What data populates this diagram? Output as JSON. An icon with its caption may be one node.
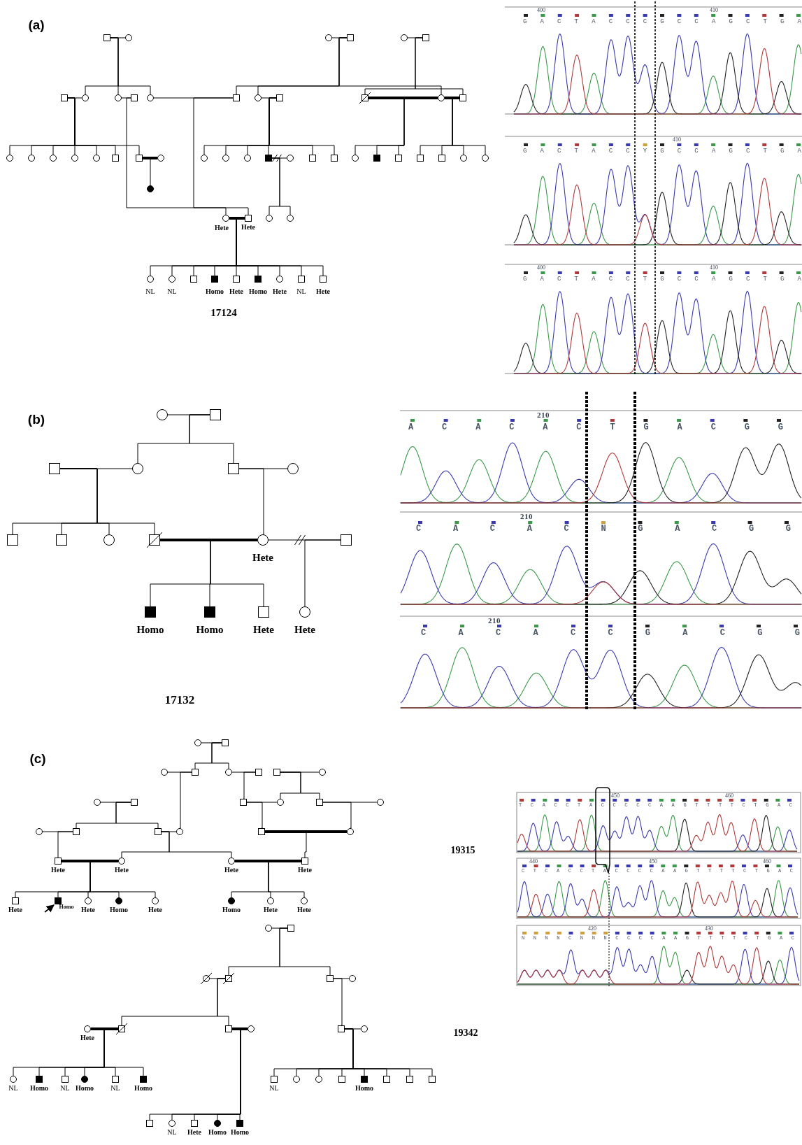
{
  "diagram": {
    "nodes": [
      {
        "text": [],
        "shape": "box"
      },
      {
        "text": [],
        "shape": "circle"
      },
      {
        "text": [],
        "shape": "circle"
      },
      {
        "text": [],
        "shape": "box"
      },
      {
        "text": [],
        "shape": "circle"
      },
      {
        "text": [],
        "shape": "box"
      },
      {
        "text": [],
        "shape": "box"
      },
      {
        "text": [],
        "shape": "circle"
      },
      {
        "text": [],
        "shape": "circle"
      },
      {
        "text": [],
        "shape": "box"
      },
      {
        "text": [],
        "shape": "circle"
      },
      {
        "text": [],
        "shape": "box"
      },
      {
        "text": [],
        "shape": "circle"
      },
      {
        "text": [],
        "shape": "box"
      },
      {
        "text": [],
        "shape": "box"
      },
      {
        "text": [],
        "shape": "circle"
      },
      {
        "text": [],
        "shape": "box"
      },
      {
        "text": [],
        "shape": "circle"
      },
      {
        "text": [],
        "shape": "circle"
      },
      {
        "text": [],
        "shape": "circle"
      },
      {
        "text": [],
        "shape": "circle"
      },
      {
        "text": [],
        "shape": "circle"
      },
      {
        "text": [],
        "shape": "box"
      },
      {
        "text": [],
        "shape": "box"
      },
      {
        "text": [],
        "shape": "circle"
      },
      {
        "text": [],
        "shape": "circle"
      },
      {
        "text": [],
        "shape": "circle"
      },
      {
        "text": [],
        "shape": "circle"
      },
      {
        "text": [],
        "shape": "box"
      },
      {
        "text": [],
        "shape": "circle"
      },
      {
        "text": [],
        "shape": "box"
      },
      {
        "text": [],
        "shape": "box"
      },
      {
        "text": [],
        "shape": "circle"
      },
      {
        "text": [],
        "shape": "box"
      },
      {
        "text": [],
        "shape": "box"
      },
      {
        "text": [],
        "shape": "box"
      },
      {
        "text": [],
        "shape": "box"
      },
      {
        "text": [],
        "shape": "circle"
      },
      {
        "text": [],
        "shape": "circle"
      },
      {
        "text": [],
        "shape": "circle"
      },
      {
        "text": [],
        "shape": "circle",
        "beside": [
          "Hete"
        ]
      },
      {
        "text": [],
        "shape": "box",
        "beside": [
          "Hete"
        ]
      },
      {
        "text": [],
        "shape": "circle"
      },
      {
        "text": [],
        "shape": "circle"
      },
      {
        "text": [],
        "shape": "circle",
        "beside": [
          "NL"
        ]
      },
      {
        "text": [],
        "shape": "circle",
        "beside": [
          "NL"
        ]
      },
      {
        "text": [],
        "shape": "box"
      },
      {
        "text": [],
        "shape": "box",
        "beside": [
          "Homo"
        ]
      },
      {
        "text": [],
        "shape": "box",
        "beside": [
          "Hete"
        ]
      },
      {
        "text": [],
        "shape": "box",
        "beside": [
          "Homo"
        ]
      },
      {
        "text": [],
        "shape": "circle",
        "beside": [
          "Hete"
        ]
      },
      {
        "text": [],
        "shape": "box",
        "beside": [
          "NL"
        ]
      },
      {
        "text": [],
        "shape": "box",
        "beside": [
          "Hete"
        ]
      },
      {
        "text": [],
        "shape": "circle"
      },
      {
        "text": [],
        "shape": "box"
      },
      {
        "text": [],
        "shape": "box"
      },
      {
        "text": [],
        "shape": "circle"
      },
      {
        "text": [],
        "shape": "box"
      },
      {
        "text": [],
        "shape": "circle"
      },
      {
        "text": [],
        "shape": "box"
      },
      {
        "text": [],
        "shape": "box"
      },
      {
        "text": [],
        "shape": "circle"
      },
      {
        "text": [],
        "shape": "box"
      },
      {
        "text": [],
        "shape": "circle",
        "beside": [
          "Hete"
        ]
      },
      {
        "text": [],
        "shape": "box"
      },
      {
        "text": [],
        "shape": "box",
        "beside": [
          "Homo"
        ]
      },
      {
        "text": [],
        "shape": "box",
        "beside": [
          "Homo"
        ]
      },
      {
        "text": [],
        "shape": "box",
        "beside": [
          "Hete"
        ]
      },
      {
        "text": [],
        "shape": "circle",
        "beside": [
          "Hete"
        ]
      },
      {
        "text": [],
        "shape": "circle"
      },
      {
        "text": [],
        "shape": "box"
      },
      {
        "text": [],
        "shape": "circle"
      },
      {
        "text": [],
        "shape": "box"
      },
      {
        "text": [],
        "shape": "circle"
      },
      {
        "text": [],
        "shape": "box"
      },
      {
        "text": [],
        "shape": "box"
      },
      {
        "text": [],
        "shape": "circle"
      },
      {
        "text": [],
        "shape": "circle"
      },
      {
        "text": [],
        "shape": "box"
      },
      {
        "text": [],
        "shape": "box"
      },
      {
        "text": [],
        "shape": "circle"
      },
      {
        "text": [],
        "shape": "box"
      },
      {
        "text": [],
        "shape": "circle"
      },
      {
        "text": [],
        "shape": "circle"
      },
      {
        "text": [],
        "shape": "box"
      },
      {
        "text": [],
        "shape": "box"
      },
      {
        "text": [],
        "shape": "circle"
      },
      {
        "text": [],
        "shape": "box"
      },
      {
        "text": [],
        "shape": "circle"
      },
      {
        "text": [],
        "shape": "box",
        "beside": [
          "Hete"
        ]
      },
      {
        "text": [],
        "shape": "circle",
        "beside": [
          "Hete"
        ]
      },
      {
        "text": [],
        "shape": "circle",
        "beside": [
          "Hete"
        ]
      },
      {
        "text": [],
        "shape": "box",
        "beside": [
          "Hete"
        ]
      },
      {
        "text": [],
        "shape": "box",
        "beside": [
          "Hete"
        ]
      },
      {
        "text": [],
        "shape": "box",
        "beside": [
          "Homo"
        ]
      },
      {
        "text": [],
        "shape": "circle",
        "beside": [
          "Hete"
        ]
      },
      {
        "text": [],
        "shape": "circle",
        "beside": [
          "Homo"
        ]
      },
      {
        "text": [],
        "shape": "circle",
        "beside": [
          "Hete"
        ]
      },
      {
        "text": [],
        "shape": "circle",
        "beside": [
          "Homo"
        ]
      },
      {
        "text": [],
        "shape": "circle",
        "beside": [
          "Hete"
        ]
      },
      {
        "text": [],
        "shape": "circle",
        "beside": [
          "Hete"
        ]
      },
      {
        "text": [],
        "shape": "circle"
      },
      {
        "text": [],
        "shape": "box"
      },
      {
        "text": [],
        "shape": "circle"
      },
      {
        "text": [],
        "shape": "box"
      },
      {
        "text": [],
        "shape": "box"
      },
      {
        "text": [],
        "shape": "circle"
      },
      {
        "text": [],
        "shape": "circle",
        "beside": [
          "Hete"
        ]
      },
      {
        "text": [],
        "shape": "box"
      },
      {
        "text": [],
        "shape": "box"
      },
      {
        "text": [],
        "shape": "circle"
      },
      {
        "text": [],
        "shape": "box"
      },
      {
        "text": [],
        "shape": "circle"
      },
      {
        "text": [],
        "shape": "circle",
        "beside": [
          "NL"
        ]
      },
      {
        "text": [],
        "shape": "box",
        "beside": [
          "Homo"
        ]
      },
      {
        "text": [],
        "shape": "box",
        "beside": [
          "NL"
        ]
      },
      {
        "text": [],
        "shape": "circle",
        "beside": [
          "Homo"
        ]
      },
      {
        "text": [],
        "shape": "box",
        "beside": [
          "NL"
        ]
      },
      {
        "text": [],
        "shape": "box",
        "beside": [
          "Homo"
        ]
      },
      {
        "text": [],
        "shape": "box",
        "beside": [
          "NL"
        ]
      },
      {
        "text": [],
        "shape": "circle"
      },
      {
        "text": [],
        "shape": "circle"
      },
      {
        "text": [],
        "shape": "box"
      },
      {
        "text": [],
        "shape": "box",
        "beside": [
          "Homo"
        ]
      },
      {
        "text": [],
        "shape": "box"
      },
      {
        "text": [],
        "shape": "box"
      },
      {
        "text": [],
        "shape": "box"
      },
      {
        "text": [],
        "shape": "box"
      },
      {
        "text": [],
        "shape": "circle",
        "beside": [
          "NL"
        ]
      },
      {
        "text": [],
        "shape": "box",
        "beside": [
          "Hete"
        ]
      },
      {
        "text": [],
        "shape": "circle",
        "beside": [
          "Homo"
        ]
      },
      {
        "text": [],
        "shape": "box",
        "beside": [
          "Homo"
        ]
      }
    ],
    "edges": [
      {
        "from": 0,
        "to": 1,
        "arrow": "none"
      },
      {
        "from": 2,
        "to": 3,
        "arrow": "none"
      },
      {
        "from": 4,
        "to": 5,
        "arrow": "none"
      },
      {
        "from": 6,
        "to": 7,
        "arrow": "none"
      },
      {
        "from": 8,
        "to": 9,
        "arrow": "none"
      },
      {
        "from": 10,
        "to": 11,
        "arrow": "none"
      },
      {
        "from": 12,
        "to": 13,
        "arrow": "none"
      },
      {
        "from": 14,
        "to": 15,
        "arrow": "none",
        "style": "thick"
      },
      {
        "from": 15,
        "to": 16,
        "arrow": "none",
        "style": "thick"
      },
      {
        "from": 23,
        "to": 24,
        "arrow": "none",
        "style": "thick"
      },
      {
        "from": 28,
        "to": 29,
        "arrow": "none"
      },
      {
        "from": 40,
        "to": 41,
        "arrow": "none",
        "style": "thick"
      },
      {
        "from": 0,
        "to": 7,
        "arrow": "none"
      },
      {
        "from": 0,
        "to": 8,
        "arrow": "none"
      },
      {
        "from": 0,
        "to": 10,
        "arrow": "none"
      },
      {
        "from": 3,
        "to": 11,
        "arrow": "none"
      },
      {
        "from": 3,
        "to": 12,
        "arrow": "none"
      },
      {
        "from": 3,
        "to": 15,
        "arrow": "none"
      },
      {
        "from": 5,
        "to": 14,
        "arrow": "none"
      },
      {
        "from": 5,
        "to": 16,
        "arrow": "none"
      },
      {
        "from": 6,
        "to": 17,
        "arrow": "none"
      },
      {
        "from": 6,
        "to": 18,
        "arrow": "none"
      },
      {
        "from": 6,
        "to": 19,
        "arrow": "none"
      },
      {
        "from": 6,
        "to": 20,
        "arrow": "none"
      },
      {
        "from": 6,
        "to": 21,
        "arrow": "none"
      },
      {
        "from": 6,
        "to": 22,
        "arrow": "none"
      },
      {
        "from": 6,
        "to": 23,
        "arrow": "none"
      },
      {
        "from": 13,
        "to": 25,
        "arrow": "none"
      },
      {
        "from": 13,
        "to": 26,
        "arrow": "none"
      },
      {
        "from": 13,
        "to": 27,
        "arrow": "none"
      },
      {
        "from": 13,
        "to": 28,
        "arrow": "none"
      },
      {
        "from": 13,
        "to": 30,
        "arrow": "none"
      },
      {
        "from": 13,
        "to": 31,
        "arrow": "none"
      },
      {
        "from": 14,
        "to": 32,
        "arrow": "none"
      },
      {
        "from": 14,
        "to": 33,
        "arrow": "none"
      },
      {
        "from": 14,
        "to": 34,
        "arrow": "none"
      },
      {
        "from": 16,
        "to": 35,
        "arrow": "none"
      },
      {
        "from": 16,
        "to": 36,
        "arrow": "none"
      },
      {
        "from": 16,
        "to": 37,
        "arrow": "none"
      },
      {
        "from": 16,
        "to": 38,
        "arrow": "none"
      },
      {
        "from": 23,
        "to": 39,
        "arrow": "none"
      },
      {
        "from": 28,
        "to": 42,
        "arrow": "none"
      },
      {
        "from": 28,
        "to": 43,
        "arrow": "none"
      },
      {
        "from": 11,
        "to": 40,
        "arrow": "none"
      },
      {
        "from": 9,
        "to": 41,
        "arrow": "none"
      },
      {
        "from": 41,
        "to": 44,
        "arrow": "none"
      },
      {
        "from": 41,
        "to": 45,
        "arrow": "none"
      },
      {
        "from": 41,
        "to": 46,
        "arrow": "none"
      },
      {
        "from": 41,
        "to": 47,
        "arrow": "none"
      },
      {
        "from": 41,
        "to": 48,
        "arrow": "none"
      },
      {
        "from": 41,
        "to": 49,
        "arrow": "none"
      },
      {
        "from": 41,
        "to": 50,
        "arrow": "none"
      },
      {
        "from": 41,
        "to": 51,
        "arrow": "none"
      },
      {
        "from": 41,
        "to": 52,
        "arrow": "none"
      },
      {
        "from": 53,
        "to": 54,
        "arrow": "none"
      },
      {
        "from": 55,
        "to": 56,
        "arrow": "none"
      },
      {
        "from": 57,
        "to": 58,
        "arrow": "none"
      },
      {
        "from": 62,
        "to": 63,
        "arrow": "none",
        "style": "thick"
      },
      {
        "from": 63,
        "to": 64,
        "arrow": "none"
      },
      {
        "from": 54,
        "to": 56,
        "arrow": "none"
      },
      {
        "from": 54,
        "to": 57,
        "arrow": "none"
      },
      {
        "from": 55,
        "to": 59,
        "arrow": "none"
      },
      {
        "from": 55,
        "to": 60,
        "arrow": "none"
      },
      {
        "from": 55,
        "to": 61,
        "arrow": "none"
      },
      {
        "from": 55,
        "to": 62,
        "arrow": "none"
      },
      {
        "from": 57,
        "to": 63,
        "arrow": "none"
      },
      {
        "from": 62,
        "to": 65,
        "arrow": "none"
      },
      {
        "from": 62,
        "to": 66,
        "arrow": "none"
      },
      {
        "from": 62,
        "to": 67,
        "arrow": "none"
      },
      {
        "from": 64,
        "to": 68,
        "arrow": "none"
      },
      {
        "from": 69,
        "to": 70,
        "arrow": "none"
      },
      {
        "from": 71,
        "to": 72,
        "arrow": "none"
      },
      {
        "from": 73,
        "to": 74,
        "arrow": "none"
      },
      {
        "from": 75,
        "to": 76,
        "arrow": "none"
      },
      {
        "from": 77,
        "to": 78,
        "arrow": "none"
      },
      {
        "from": 79,
        "to": 80,
        "arrow": "none"
      },
      {
        "from": 81,
        "to": 82,
        "arrow": "none"
      },
      {
        "from": 83,
        "to": 84,
        "arrow": "none"
      },
      {
        "from": 85,
        "to": 86,
        "arrow": "none"
      },
      {
        "from": 87,
        "to": 88,
        "arrow": "none",
        "style": "thick"
      },
      {
        "from": 89,
        "to": 90,
        "arrow": "none",
        "style": "thick"
      },
      {
        "from": 91,
        "to": 92,
        "arrow": "none",
        "style": "thick"
      },
      {
        "from": 70,
        "to": 72,
        "arrow": "none"
      },
      {
        "from": 70,
        "to": 73,
        "arrow": "none"
      },
      {
        "from": 75,
        "to": 80,
        "arrow": "none"
      },
      {
        "from": 75,
        "to": 81,
        "arrow": "none"
      },
      {
        "from": 72,
        "to": 86,
        "arrow": "none"
      },
      {
        "from": 74,
        "to": 79,
        "arrow": "none"
      },
      {
        "from": 79,
        "to": 87,
        "arrow": "none"
      },
      {
        "from": 81,
        "to": 88,
        "arrow": "none"
      },
      {
        "from": 78,
        "to": 84,
        "arrow": "none"
      },
      {
        "from": 78,
        "to": 85,
        "arrow": "none"
      },
      {
        "from": 84,
        "to": 89,
        "arrow": "none"
      },
      {
        "from": 85,
        "to": 90,
        "arrow": "none"
      },
      {
        "from": 85,
        "to": 91,
        "arrow": "none"
      },
      {
        "from": 87,
        "to": 92,
        "arrow": "none"
      },
      {
        "from": 89,
        "to": 93,
        "arrow": "none"
      },
      {
        "from": 89,
        "to": 94,
        "arrow": "none"
      },
      {
        "from": 89,
        "to": 95,
        "arrow": "none"
      },
      {
        "from": 89,
        "to": 96,
        "arrow": "none"
      },
      {
        "from": 89,
        "to": 97,
        "arrow": "none"
      },
      {
        "from": 92,
        "to": 98,
        "arrow": "none"
      },
      {
        "from": 92,
        "to": 99,
        "arrow": "none"
      },
      {
        "from": 92,
        "to": 100,
        "arrow": "none"
      },
      {
        "from": null,
        "to": 94,
        "arrow": "to"
      },
      {
        "from": 101,
        "to": 102,
        "arrow": "none"
      },
      {
        "from": 103,
        "to": 104,
        "arrow": "none"
      },
      {
        "from": 105,
        "to": 106,
        "arrow": "none"
      },
      {
        "from": 107,
        "to": 108,
        "arrow": "none",
        "style": "thick"
      },
      {
        "from": 109,
        "to": 110,
        "arrow": "none",
        "style": "thick"
      },
      {
        "from": 111,
        "to": 112,
        "arrow": "none"
      },
      {
        "from": 102,
        "to": 104,
        "arrow": "none"
      },
      {
        "from": 102,
        "to": 105,
        "arrow": "none"
      },
      {
        "from": 104,
        "to": 108,
        "arrow": "none"
      },
      {
        "from": 104,
        "to": 109,
        "arrow": "none"
      },
      {
        "from": 105,
        "to": 111,
        "arrow": "none"
      },
      {
        "from": 108,
        "to": 113,
        "arrow": "none"
      },
      {
        "from": 108,
        "to": 114,
        "arrow": "none"
      },
      {
        "from": 108,
        "to": 115,
        "arrow": "none"
      },
      {
        "from": 108,
        "to": 116,
        "arrow": "none"
      },
      {
        "from": 108,
        "to": 117,
        "arrow": "none"
      },
      {
        "from": 108,
        "to": 118,
        "arrow": "none"
      },
      {
        "from": 111,
        "to": 119,
        "arrow": "none"
      },
      {
        "from": 111,
        "to": 120,
        "arrow": "none"
      },
      {
        "from": 111,
        "to": 121,
        "arrow": "none"
      },
      {
        "from": 111,
        "to": 122,
        "arrow": "none"
      },
      {
        "from": 111,
        "to": 123,
        "arrow": "none"
      },
      {
        "from": 111,
        "to": 124,
        "arrow": "none"
      },
      {
        "from": 111,
        "to": 125,
        "arrow": "none"
      },
      {
        "from": 111,
        "to": 126,
        "arrow": "none"
      },
      {
        "from": 109,
        "to": 127,
        "arrow": "none"
      },
      {
        "from": 109,
        "to": 128,
        "arrow": "none"
      },
      {
        "from": 109,
        "to": 129,
        "arrow": "none"
      },
      {
        "from": 109,
        "to": 130,
        "arrow": "none"
      },
      {
        "from": 109,
        "to": 131,
        "arrow": "none"
      }
    ],
    "labels": [
      "(a)",
      "17124",
      "400",
      "410",
      "G A C T A C C C G C C A G C T G A",
      "410",
      "G A C T A C C Y G C C A G C T G A",
      "400",
      "410",
      "G A C T A C C T G C C A G C T G A",
      "(b)",
      "17132",
      "210",
      "A C A C A C T G A C G G",
      "210",
      "C A C A C N G A C G G",
      "210",
      "C A C A C C G A C G G",
      "(c)",
      "19315",
      "19342",
      "450",
      "460",
      "T C A C C T A C C C C C A A G T T T T C T G A C",
      "440",
      "450",
      "460",
      "C T C A C C T A C C C C A A G T T T T C T G A C",
      "420",
      "430",
      "N N N N C N N N C C C C A A G T T T T C T G A C"
    ]
  }
}
